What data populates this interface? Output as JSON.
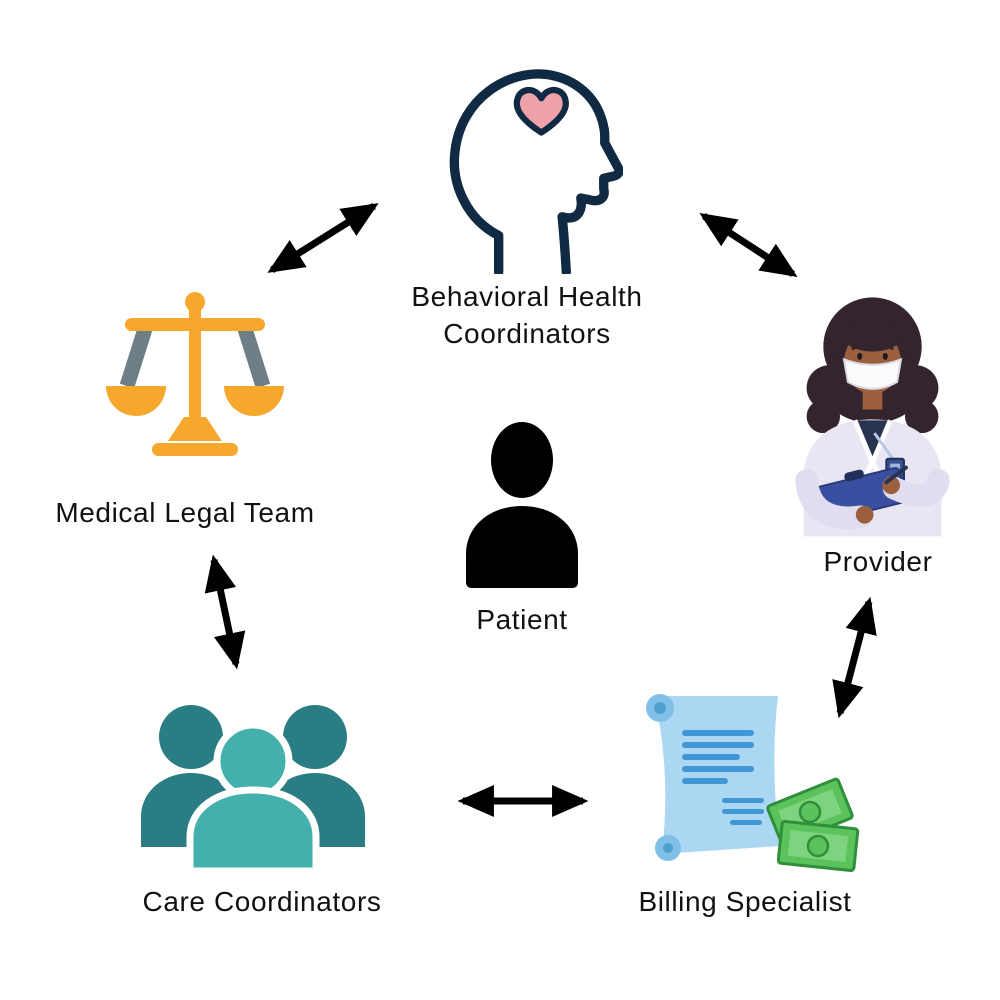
{
  "diagram": {
    "background": "#ffffff",
    "nodes": {
      "behavioral_health": {
        "label": "Behavioral Health Coordinators",
        "icon": "head-with-heart-icon"
      },
      "medical_legal": {
        "label": "Medical Legal Team",
        "icon": "scales-of-justice-icon"
      },
      "provider": {
        "label": "Provider",
        "icon": "doctor-illustration"
      },
      "patient": {
        "label": "Patient",
        "icon": "person-silhouette-icon"
      },
      "care_coordinators": {
        "label": "Care Coordinators",
        "icon": "people-group-icon"
      },
      "billing_specialist": {
        "label": "Billing Specialist",
        "icon": "invoice-money-icon"
      }
    },
    "edges": [
      {
        "from": "medical_legal",
        "to": "behavioral_health",
        "bidirectional": true
      },
      {
        "from": "behavioral_health",
        "to": "provider",
        "bidirectional": true
      },
      {
        "from": "medical_legal",
        "to": "care_coordinators",
        "bidirectional": true
      },
      {
        "from": "provider",
        "to": "billing_specialist",
        "bidirectional": true
      },
      {
        "from": "care_coordinators",
        "to": "billing_specialist",
        "bidirectional": true
      }
    ],
    "colors": {
      "arrow": "#000000",
      "head_outline": "#112a43",
      "heart_pink": "#f0a2ab",
      "scales_orange": "#f6a82c",
      "scales_gray": "#6d7e86",
      "patient_silhouette": "#000000",
      "team_teal_dark": "#2a7d82",
      "team_teal_light": "#43b0ab",
      "invoice_blue": "#abd7f3",
      "invoice_line_blue": "#3f97d6",
      "money_green": "#5cc25c",
      "text": "#111111"
    }
  }
}
